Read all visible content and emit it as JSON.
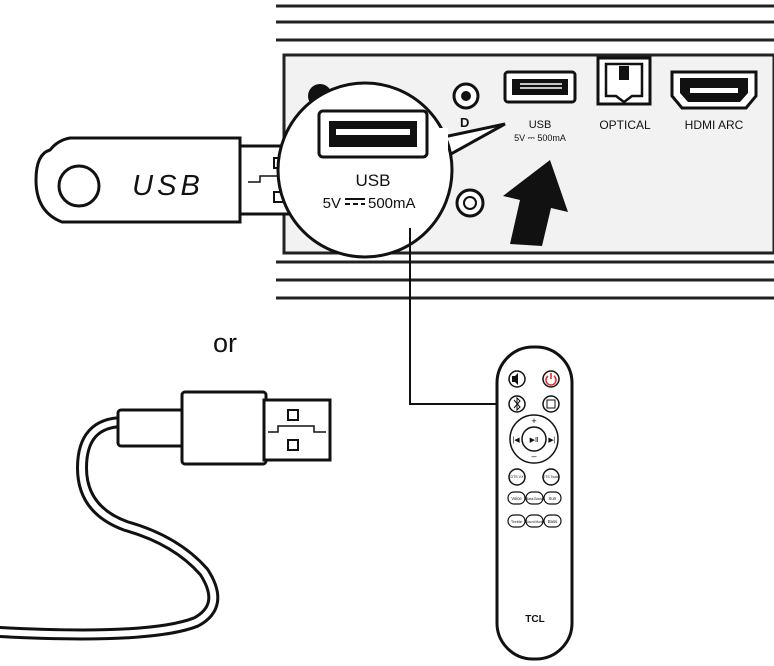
{
  "panel": {
    "ports": [
      {
        "id": "usb",
        "label": "USB",
        "sublabel": "5V ⎓ 500mA"
      },
      {
        "id": "optical",
        "label": "OPTICAL"
      },
      {
        "id": "hdmi",
        "label": "HDMI ARC"
      }
    ],
    "partial_port_label": "D"
  },
  "magnifier": {
    "label": "USB",
    "voltage": "5V",
    "current": "500mA"
  },
  "usb_stick": {
    "label": "USB"
  },
  "separator": {
    "text": "or"
  },
  "remote": {
    "brand": "TCL",
    "buttons": {
      "dts_virtual_x": "DTS VX",
      "dts_virtual_x_right": "DTS Twice",
      "voice": "Voice",
      "bass_boost": "Bass Boost",
      "surr": "Surr",
      "treble": "Treble",
      "sound_mode": "Sound Mode",
      "bass": "Bass"
    }
  },
  "colors": {
    "line": "#111111",
    "panel": "#f2f2f2",
    "power": "#e03030"
  }
}
